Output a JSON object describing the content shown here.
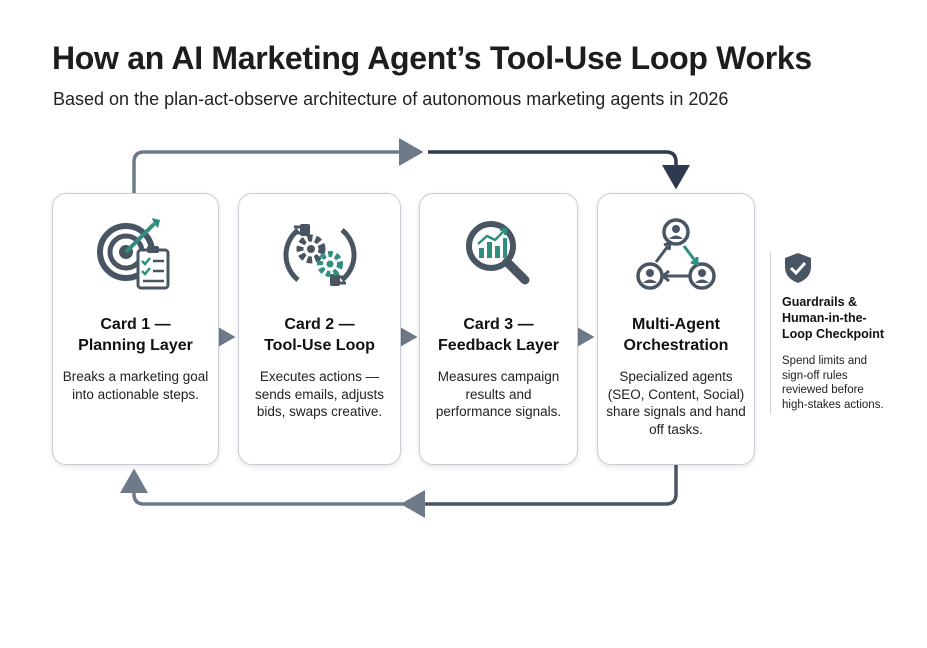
{
  "header": {
    "title": "How an AI Marketing Agent’s Tool-Use Loop Works",
    "subtitle": "Based on the plan-act-observe architecture of autonomous marketing agents in 2026"
  },
  "colors": {
    "accent_teal": "#2f8f7f",
    "slate": "#4a5564",
    "arrow_light": "#6f7a88",
    "arrow_dark": "#2d3a4f"
  },
  "cards": [
    {
      "icon": "target-checklist-icon",
      "title_lines": [
        "Card 1 —",
        "Planning Layer"
      ],
      "description": "Breaks a marketing goal into actionable steps."
    },
    {
      "icon": "gears-plug-icon",
      "title_lines": [
        "Card 2 —",
        "Tool-Use Loop"
      ],
      "description": "Executes actions — sends emails, adjusts bids, swaps creative."
    },
    {
      "icon": "magnifier-chart-icon",
      "title_lines": [
        "Card 3 —",
        "Feedback Layer"
      ],
      "description": "Measures campaign results and performance signals."
    },
    {
      "icon": "agents-network-icon",
      "title_lines": [
        "Multi-Agent",
        "Orchestration"
      ],
      "description": "Specialized agents (SEO, Content, Social) share signals and hand off tasks."
    }
  ],
  "guardrails": {
    "icon": "shield-check-icon",
    "title_lines": [
      "Guardrails &",
      "Human-in-the-",
      "Loop Checkpoint"
    ],
    "description_lines": [
      "Spend limits and",
      "sign-off rules",
      "reviewed before",
      "high-stakes actions."
    ]
  }
}
